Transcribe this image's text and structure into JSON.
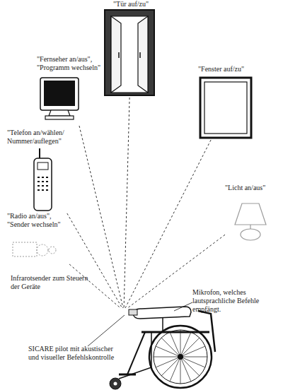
{
  "diagram": {
    "nodes": [
      {
        "text": [
          "\"Tür auf/zu\""
        ]
      },
      {
        "text": [
          "\"Fernseher an/aus\", \"Programm wechseln\""
        ]
      },
      {
        "text": [
          "\"Fenster auf/zu\""
        ]
      },
      {
        "text": [
          "\"Telefon an/wählen/ Nummer/auflegen\""
        ]
      },
      {
        "text": [
          "\"Licht an/aus\""
        ]
      },
      {
        "text": [
          "\"Radio an/aus\", \"Sender wechseln\""
        ]
      },
      {
        "text": [
          "Infrarotsender zum Steuern der Geräte",
          "Mikrofon, welches lautsprachliche Befehle empfängt.",
          "SICARE pilot mit akustischer und visueller Befehlskontrolle"
        ]
      }
    ],
    "edges": [
      {
        "from": 0,
        "to": 6,
        "arrow": "none"
      },
      {
        "from": 1,
        "to": 6,
        "arrow": "none"
      },
      {
        "from": 2,
        "to": 6,
        "arrow": "none"
      },
      {
        "from": 3,
        "to": 6,
        "arrow": "none"
      },
      {
        "from": 4,
        "to": 6,
        "arrow": "none"
      },
      {
        "from": 5,
        "to": 6,
        "arrow": "none"
      }
    ]
  }
}
